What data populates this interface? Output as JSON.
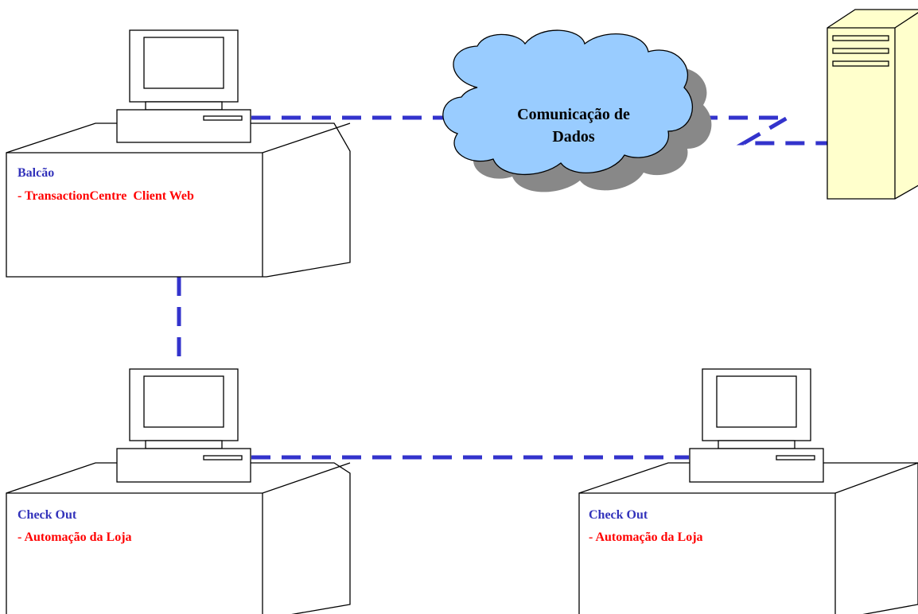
{
  "nodes": {
    "balcao": {
      "title": "Balcão",
      "subtitle": "- TransactionCentre  Client Web"
    },
    "checkout_left": {
      "title": "Check Out",
      "subtitle": "- Automação da Loja"
    },
    "checkout_right": {
      "title": "Check Out",
      "subtitle": "- Automação da Loja"
    }
  },
  "cloud": {
    "line1": "Comunicação de",
    "line2": "Dados"
  },
  "colors": {
    "connector": "#3333cc",
    "title_text": "#3333bb",
    "subtitle_text": "#ff0000",
    "cloud_fill": "#99ccff",
    "cloud_shadow": "#888888",
    "server_fill": "#ffffcc"
  },
  "icons": [
    "desktop-computer-icon",
    "server-tower-icon",
    "network-cloud-icon"
  ]
}
